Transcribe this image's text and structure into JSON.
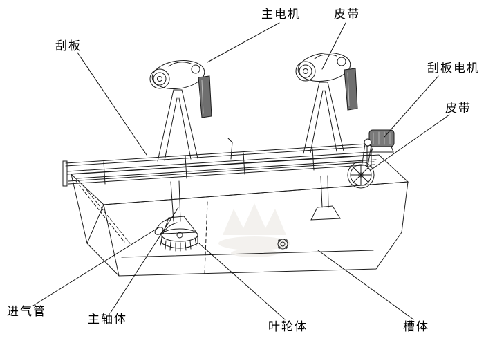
{
  "diagram": {
    "labels": {
      "main_motor": "主电机",
      "belt_top": "皮带",
      "scraper": "刮板",
      "scraper_motor": "刮板电机",
      "belt_right": "皮带",
      "air_inlet": "进气管",
      "main_shaft": "主轴体",
      "impeller": "叶轮体",
      "tank": "槽体"
    },
    "colors": {
      "line": "#1b1b1b",
      "background": "#ffffff",
      "watermark": "#b8ae9c"
    }
  }
}
